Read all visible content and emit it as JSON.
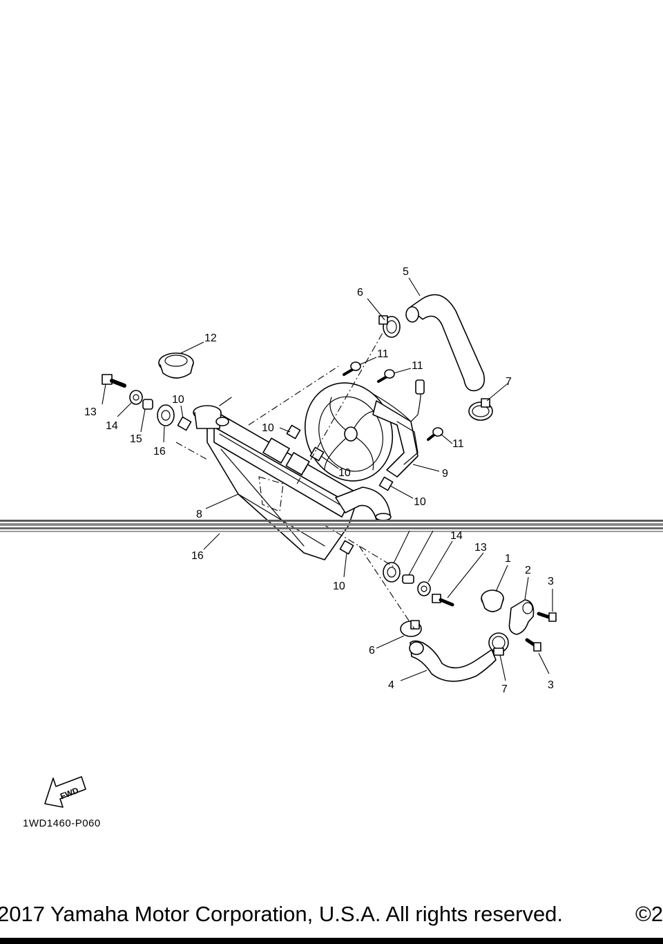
{
  "diagram": {
    "reference_code": "1WD1460-P060",
    "fwd_label": "FWD",
    "copyright": "2017 Yamaha Motor Corporation, U.S.A. All rights reserved.",
    "copyright_mark": "©2",
    "callouts": {
      "c1": "1",
      "c2": "2",
      "c3a": "3",
      "c3b": "3",
      "c4": "4",
      "c5": "5",
      "c6a": "6",
      "c6b": "6",
      "c7a": "7",
      "c7b": "7",
      "c8": "8",
      "c9": "9",
      "c10a": "10",
      "c10b": "10",
      "c10c": "10",
      "c10d": "10",
      "c10e": "10",
      "c11a": "11",
      "c11b": "11",
      "c11c": "11",
      "c12": "12",
      "c13a": "13",
      "c13b": "13",
      "c14a": "14",
      "c14b": "14",
      "c15": "15",
      "c16a": "16",
      "c16b": "16"
    }
  }
}
